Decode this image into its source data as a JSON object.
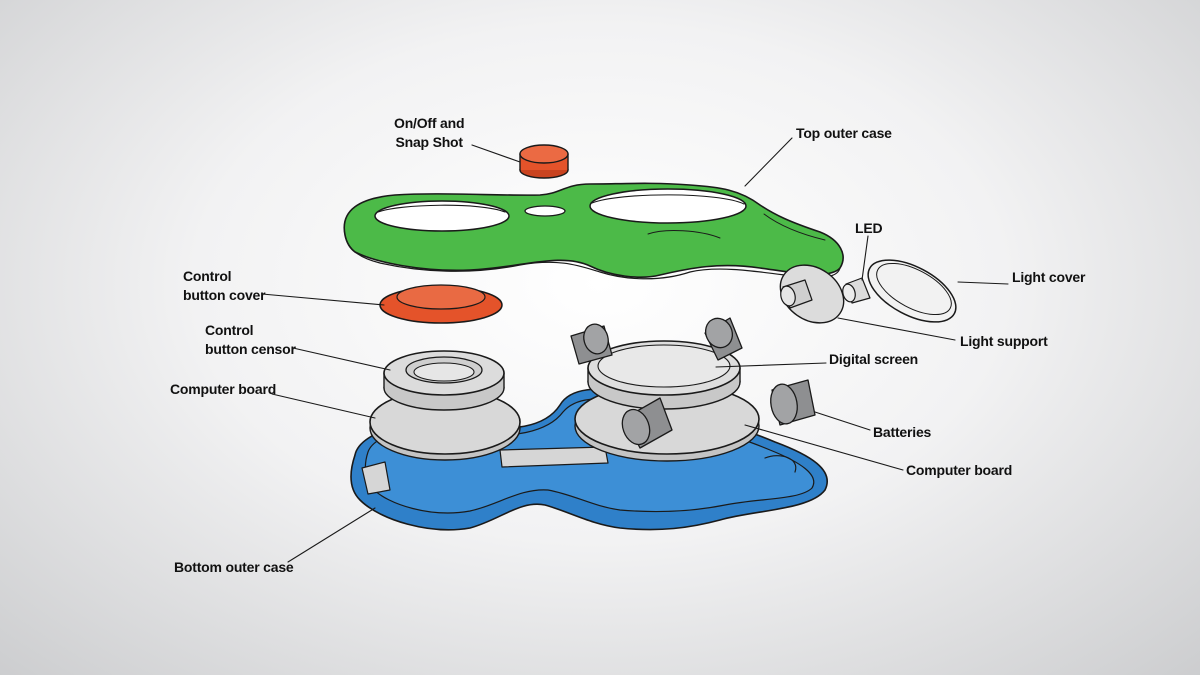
{
  "labels": {
    "on_off_line1": "On/Off and",
    "on_off_line2": "Snap Shot",
    "top_outer_case": "Top outer case",
    "led": "LED",
    "light_cover": "Light cover",
    "light_support": "Light support",
    "control_button_cover_line1": "Control",
    "control_button_cover_line2": "button cover",
    "control_button_censor_line1": "Control",
    "control_button_censor_line2": "button censor",
    "computer_board_left": "Computer board",
    "digital_screen": "Digital screen",
    "batteries": "Batteries",
    "computer_board_right": "Computer board",
    "bottom_outer_case": "Bottom outer case"
  },
  "colors": {
    "top_case": "#4cba48",
    "bottom_case": "#2f80c9",
    "button_orange": "#e4532a",
    "board_grey": "#d6d6d6",
    "battery_grey": "#8e8f91",
    "outline": "#1a1a1a"
  }
}
